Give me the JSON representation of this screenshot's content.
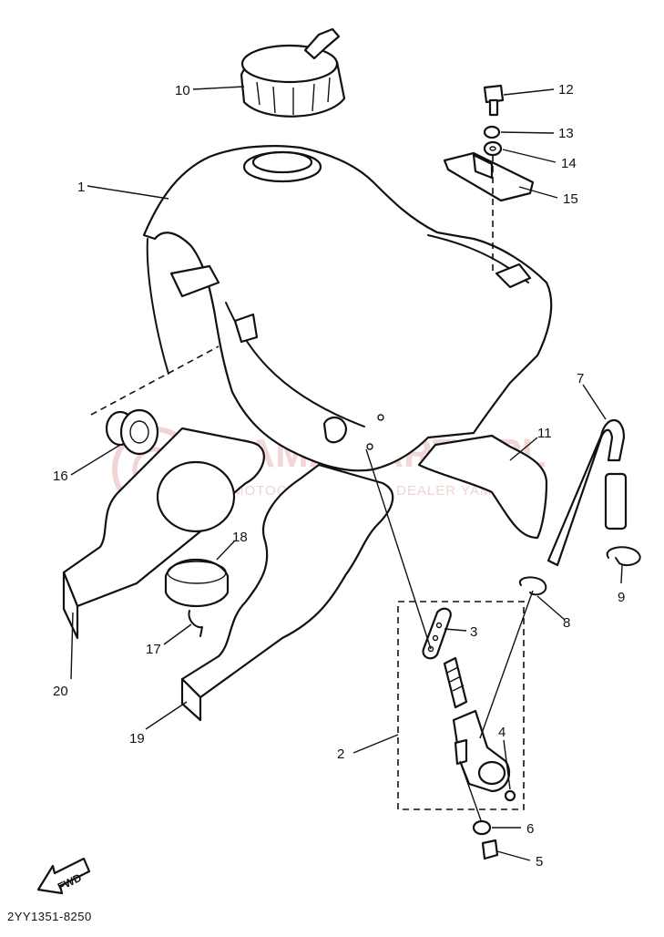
{
  "diagram_code": "2YY1351-8250",
  "fwd_label": "FWD",
  "watermark": {
    "main": "YAMA-PARTS.PL",
    "sub": "MOTOCYKLE NOWICZ DEALER YAMAHA"
  },
  "callouts": [
    {
      "id": "1",
      "label": "1"
    },
    {
      "id": "2",
      "label": "2"
    },
    {
      "id": "3",
      "label": "3"
    },
    {
      "id": "4",
      "label": "4"
    },
    {
      "id": "5",
      "label": "5"
    },
    {
      "id": "6",
      "label": "6"
    },
    {
      "id": "7",
      "label": "7"
    },
    {
      "id": "8",
      "label": "8"
    },
    {
      "id": "9",
      "label": "9"
    },
    {
      "id": "10",
      "label": "10"
    },
    {
      "id": "11",
      "label": "11"
    },
    {
      "id": "12",
      "label": "12"
    },
    {
      "id": "13",
      "label": "13"
    },
    {
      "id": "14",
      "label": "14"
    },
    {
      "id": "15",
      "label": "15"
    },
    {
      "id": "16",
      "label": "16"
    },
    {
      "id": "17",
      "label": "17"
    },
    {
      "id": "18",
      "label": "18"
    },
    {
      "id": "19",
      "label": "19"
    },
    {
      "id": "20",
      "label": "20"
    }
  ]
}
